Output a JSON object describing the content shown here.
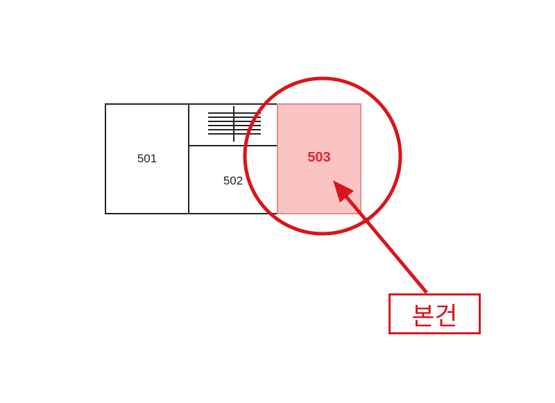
{
  "diagram": {
    "units": [
      {
        "id": "501",
        "label": "501"
      },
      {
        "id": "502",
        "label": "502"
      },
      {
        "id": "503",
        "label": "503",
        "highlighted": true
      }
    ],
    "staircase": {
      "icon": "staircase-icon"
    },
    "callout": {
      "label": "본건",
      "target": "503",
      "shape": "circle-and-arrow"
    },
    "colors": {
      "highlight_fill": "#fbc4c4",
      "highlight_text": "#e0262b",
      "annotation_red": "#d8151b",
      "outline": "#222222"
    }
  }
}
